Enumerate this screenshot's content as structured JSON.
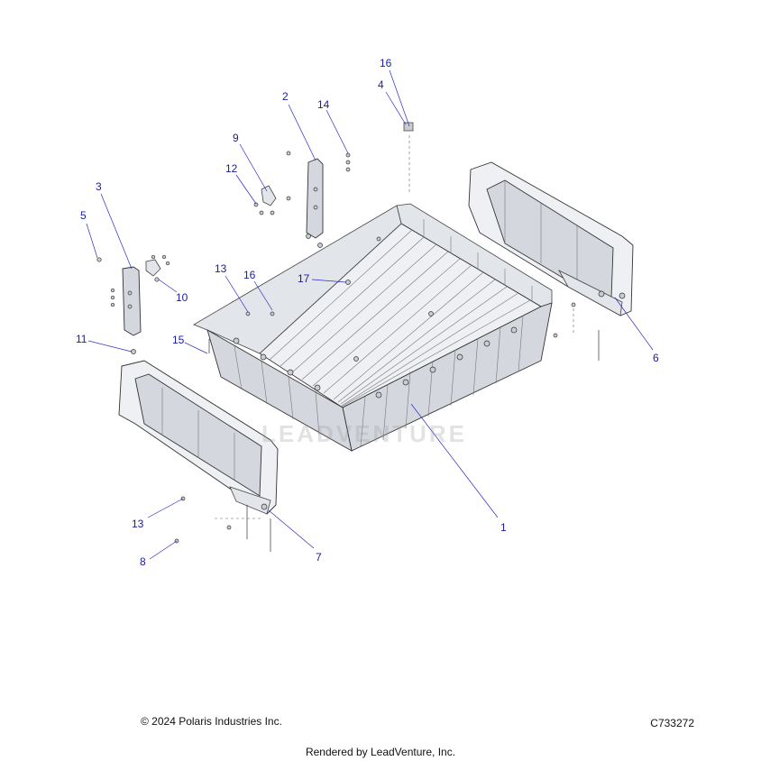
{
  "callouts": [
    {
      "id": "c1",
      "label": "1"
    },
    {
      "id": "c2",
      "label": "2"
    },
    {
      "id": "c3",
      "label": "3"
    },
    {
      "id": "c4",
      "label": "4"
    },
    {
      "id": "c5",
      "label": "5"
    },
    {
      "id": "c6",
      "label": "6"
    },
    {
      "id": "c7",
      "label": "7"
    },
    {
      "id": "c8",
      "label": "8"
    },
    {
      "id": "c9",
      "label": "9"
    },
    {
      "id": "c10",
      "label": "10"
    },
    {
      "id": "c11",
      "label": "11"
    },
    {
      "id": "c12",
      "label": "12"
    },
    {
      "id": "c13a",
      "label": "13"
    },
    {
      "id": "c13b",
      "label": "13"
    },
    {
      "id": "c14",
      "label": "14"
    },
    {
      "id": "c15",
      "label": "15"
    },
    {
      "id": "c16a",
      "label": "16"
    },
    {
      "id": "c16b",
      "label": "16"
    },
    {
      "id": "c17",
      "label": "17"
    }
  ],
  "watermark": "LEADVENTURE",
  "footer": {
    "copyright": "© 2024 Polaris Industries Inc.",
    "drawing_number": "C733272",
    "rendered_by": "Rendered by LeadVenture, Inc."
  }
}
